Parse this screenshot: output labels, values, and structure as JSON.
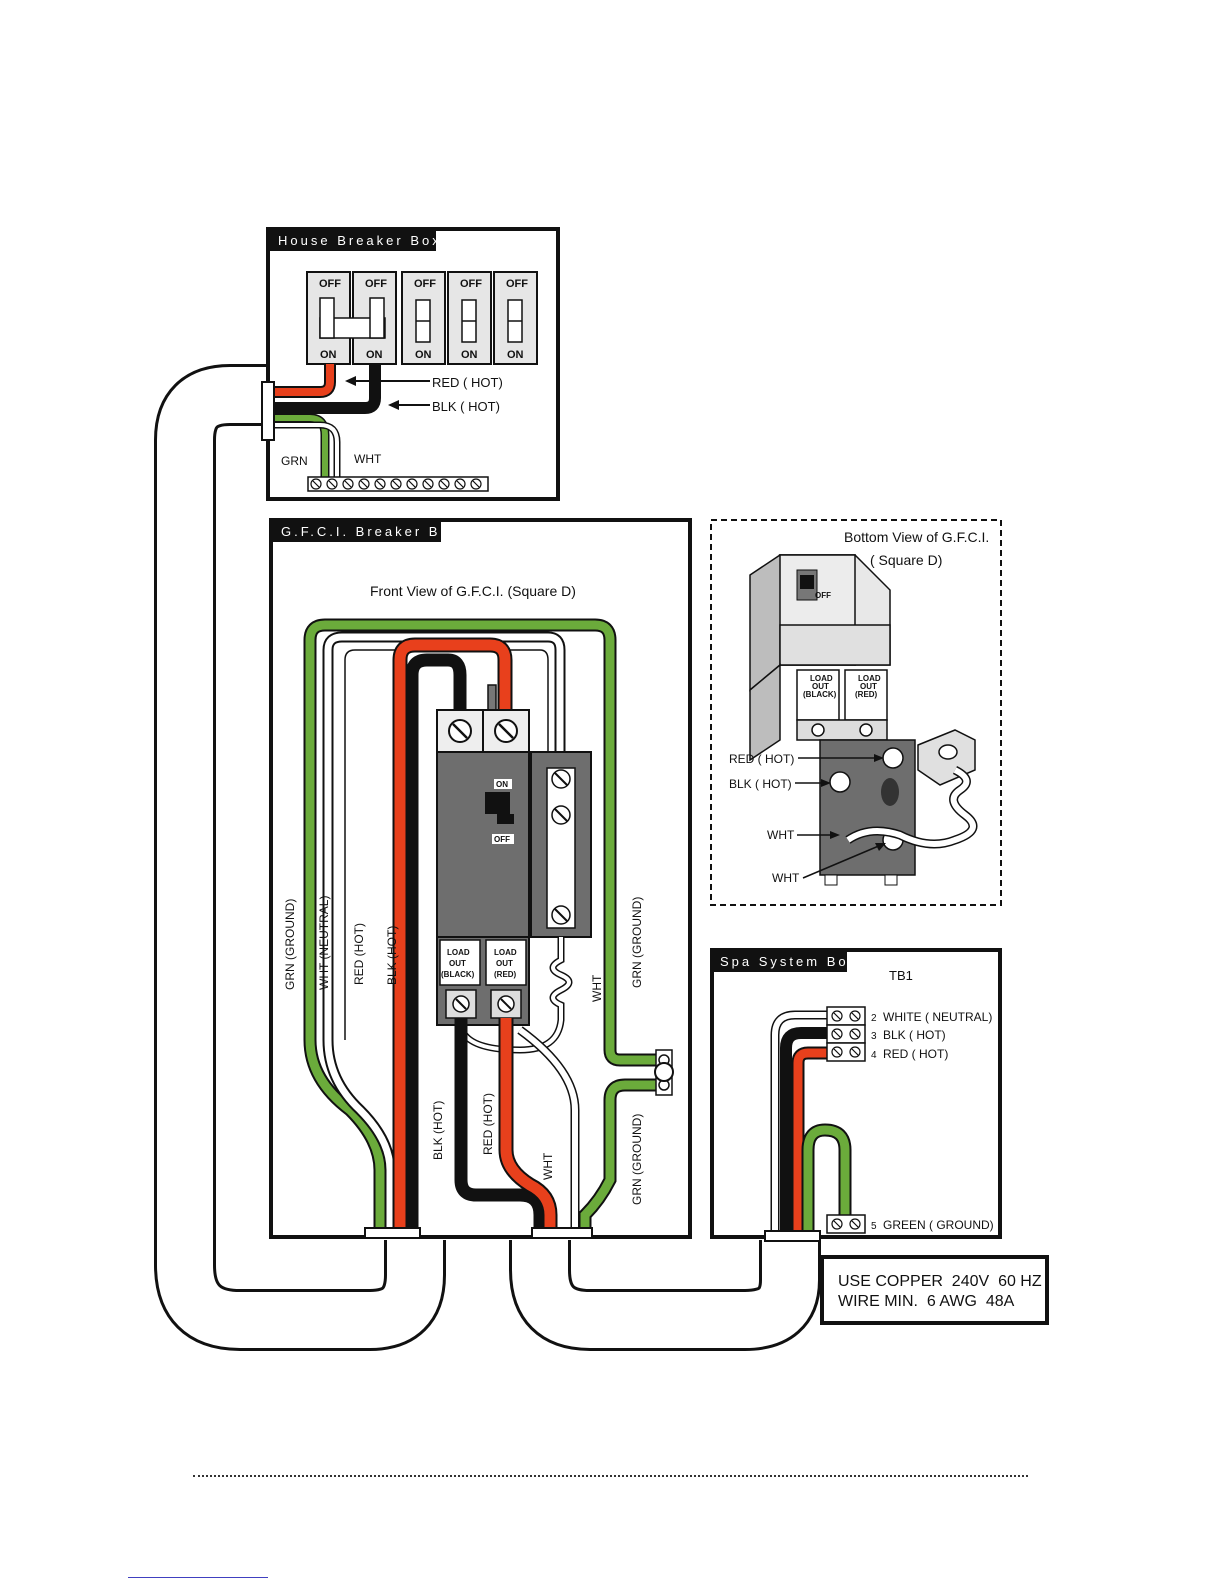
{
  "house_box": {
    "title": "House Breaker Box",
    "switches": [
      {
        "top": "OFF",
        "bottom": "ON"
      },
      {
        "top": "OFF",
        "bottom": "ON"
      },
      {
        "top": "OFF",
        "bottom": "ON"
      },
      {
        "top": "OFF",
        "bottom": "ON"
      },
      {
        "top": "OFF",
        "bottom": "ON"
      }
    ],
    "red_label": "RED ( HOT)",
    "blk_label": "BLK ( HOT)",
    "grn_label": "GRN",
    "wht_label": "WHT"
  },
  "gfci_box": {
    "title": "G.F.C.I. Breaker Box",
    "front_view": "Front View of G.F.C.I. (Square D)",
    "on_label": "ON",
    "off_label": "OFF",
    "load_black": [
      "LOAD",
      "OUT",
      "(BLACK)"
    ],
    "load_red": [
      "LOAD",
      "OUT",
      "(RED)"
    ],
    "wire_labels_left": [
      "GRN (GROUND)",
      "WHT (NEUTRAL)",
      "RED (HOT)",
      "BLK (HOT)"
    ],
    "wire_labels_right": [
      "WHT",
      "GRN (GROUND)"
    ],
    "wire_labels_lower": [
      "BLK (HOT)",
      "RED (HOT)",
      "WHT",
      "GRN (GROUND)"
    ]
  },
  "bottom_view": {
    "title_line1": "Bottom View of G.F.C.I.",
    "title_line2": "( Square D)",
    "labels": [
      "RED ( HOT)",
      "BLK ( HOT)",
      "WHT",
      "WHT"
    ],
    "load_black": [
      "LOAD",
      "OUT",
      "(BLACK)"
    ],
    "load_red": [
      "LOAD",
      "OUT",
      "(RED)"
    ],
    "off_label": "OFF"
  },
  "spa_box": {
    "title": "Spa System Box",
    "tb_label": "TB1",
    "terminals": [
      {
        "num": "2",
        "label": "WHITE ( NEUTRAL)"
      },
      {
        "num": "3",
        "label": "BLK ( HOT)"
      },
      {
        "num": "4",
        "label": "RED ( HOT)"
      },
      {
        "num": "5",
        "label": "GREEN ( GROUND)"
      }
    ]
  },
  "note": {
    "line1": "USE COPPER  240V  60 HZ",
    "line2": "WIRE MIN.  6 AWG  48A"
  },
  "colors": {
    "red_wire": "#e8401c",
    "black_wire": "#111111",
    "green_wire": "#6bab3b",
    "white_wire": "#ffffff",
    "breaker_gray": "#6e6e6e"
  }
}
